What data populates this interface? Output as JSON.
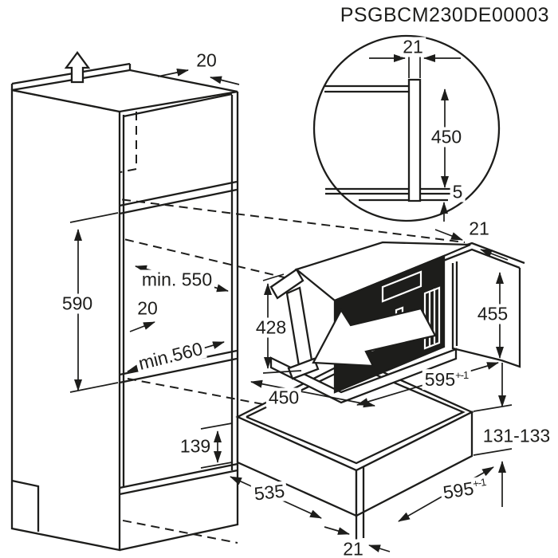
{
  "title": "PSGBCM230DE00003",
  "colors": {
    "line": "#1d1d1b",
    "background": "#ffffff"
  },
  "detail_circle": {
    "panel_width": "21",
    "vent_height": "450",
    "rear_gap": "5"
  },
  "cabinet": {
    "top_air_gap": "20",
    "niche_depth": "min. 550",
    "niche_height": "590",
    "side_clearance": "20",
    "bottom_depth": "min.560",
    "plinth_height": "139"
  },
  "appliance": {
    "frame_height": "428",
    "niche_height": "455",
    "side_panel_thickness": "21",
    "depth": "450",
    "width": "595",
    "width_tolerance": "+-1"
  },
  "drawer": {
    "height": "131-133",
    "depth": "535",
    "width": "595",
    "width_tolerance": "+-1",
    "front_panel_gap": "21"
  },
  "icons": {
    "airflow": "hollow up arrow (ventilation direction)",
    "insertion": "hollow arrow pointing down-left (appliance insertion direction)"
  }
}
